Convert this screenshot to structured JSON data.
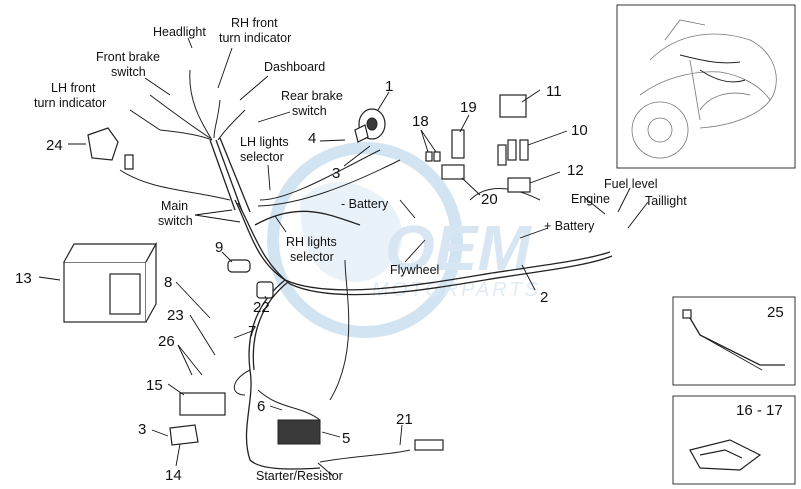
{
  "watermark": {
    "brand": "OEM",
    "tagline": "MOTORPARTS"
  },
  "labels": {
    "headlight": "Headlight",
    "rh_front_turn_1": "RH front",
    "rh_front_turn_2": "turn indicator",
    "front_brake_1": "Front brake",
    "front_brake_2": "switch",
    "dashboard": "Dashboard",
    "lh_front_turn_1": "LH front",
    "lh_front_turn_2": "turn indicator",
    "rear_brake_1": "Rear brake",
    "rear_brake_2": "switch",
    "lh_lights_1": "LH lights",
    "lh_lights_2": "selector",
    "main_switch_1": "Main",
    "main_switch_2": "switch",
    "rh_lights_1": "RH lights",
    "rh_lights_2": "selector",
    "minus_battery": "- Battery",
    "plus_battery": "+ Battery",
    "flywheel": "Flywheel",
    "engine": "Engine",
    "fuel_level": "Fuel level",
    "taillight": "Taillight",
    "starter_resistor": "Starter/Resistor"
  },
  "part_numbers": {
    "n1": "1",
    "n2": "2",
    "n3a": "3",
    "n3b": "3",
    "n4": "4",
    "n5": "5",
    "n6": "6",
    "n7": "7",
    "n8": "8",
    "n9": "9",
    "n10": "10",
    "n11": "11",
    "n12": "12",
    "n13": "13",
    "n14": "14",
    "n15": "15",
    "n18": "18",
    "n19": "19",
    "n20": "20",
    "n21": "21",
    "n22": "22",
    "n23": "23",
    "n24": "24",
    "n25": "25",
    "n26": "26",
    "n16_17": "16 - 17"
  }
}
